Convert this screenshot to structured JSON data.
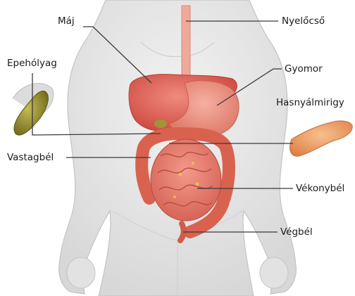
{
  "diagram": {
    "labels": {
      "liver": "Máj",
      "esophagus": "Nyelőcső",
      "gallbladder": "Epehólyag",
      "stomach": "Gyomor",
      "pancreas": "Hasnyálmirigy",
      "large_intestine": "Vastagbél",
      "small_intestine": "Vékonybél",
      "rectum": "Végbél"
    },
    "colors": {
      "body": "#e6e6e6",
      "body_outline": "#c4c4c4",
      "liver": "#e65a4e",
      "stomach": "#ef8a78",
      "esophagus": "#f0a89a",
      "intestine": "#e36f5f",
      "gallbladder": "#8d8428",
      "pancreas": "#f2a46a",
      "leader_line": "#3a3a3a"
    }
  }
}
